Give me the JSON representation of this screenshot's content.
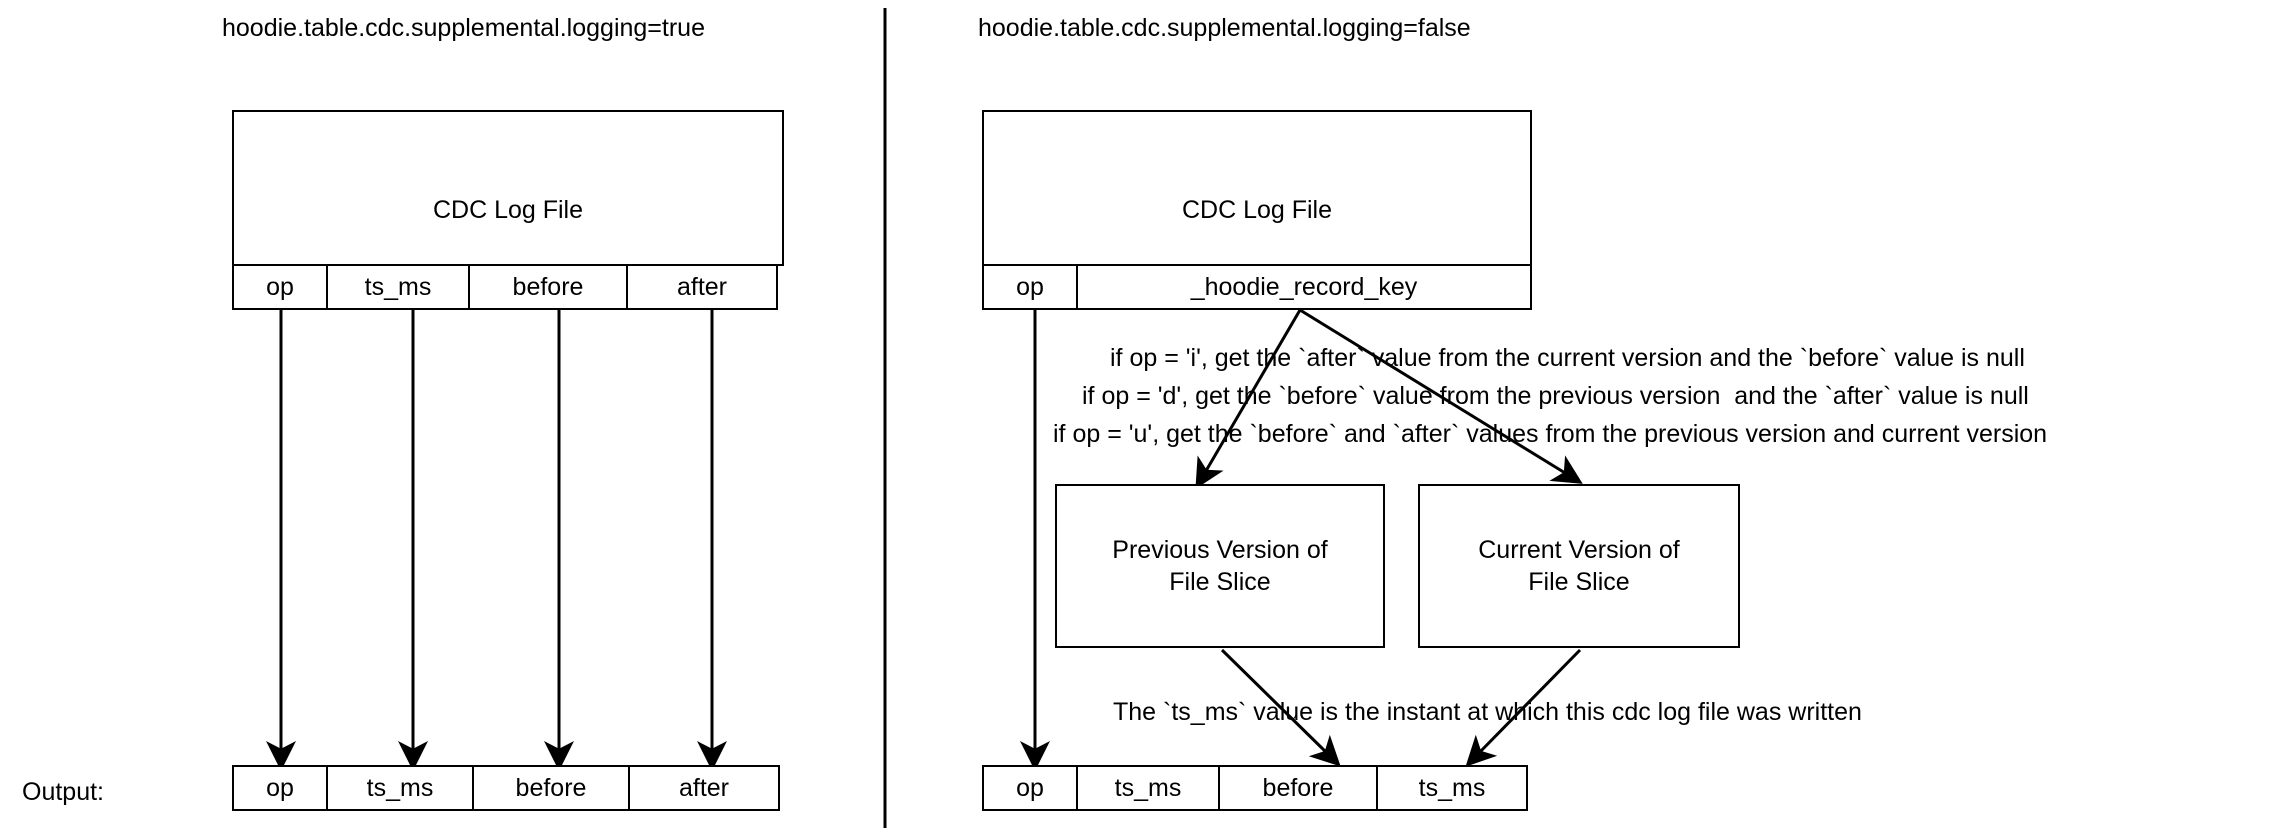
{
  "diagram": {
    "panels": [
      {
        "title": "hoodie.table.cdc.supplemental.logging=true",
        "log_file": {
          "label": "CDC Log File"
        },
        "log_columns": [
          "op",
          "ts_ms",
          "before",
          "after"
        ],
        "output_columns": [
          "op",
          "ts_ms",
          "before",
          "after"
        ]
      },
      {
        "title": "hoodie.table.cdc.supplemental.logging=false",
        "log_file": {
          "label": "CDC Log File"
        },
        "log_columns": [
          "op",
          "_hoodie_record_key"
        ],
        "output_columns": [
          "op",
          "ts_ms",
          "before",
          "ts_ms"
        ],
        "version_boxes": [
          "Previous Version of\nFile Slice",
          "Current Version of\nFile Slice"
        ],
        "conditions": [
          "if op = 'i', get the `after` value from the current version and the `before` value is null",
          "if op = 'd', get the `before` value from the previous version  and the `after` value is null",
          "if op = 'u', get the `before` and `after` values from the previous version and current version"
        ],
        "ts_note": "The `ts_ms` value is the instant at which this cdc log file was written"
      }
    ],
    "output_label": "Output:",
    "colors": {
      "stroke": "#000000",
      "background": "#ffffff",
      "text": "#000000"
    }
  }
}
